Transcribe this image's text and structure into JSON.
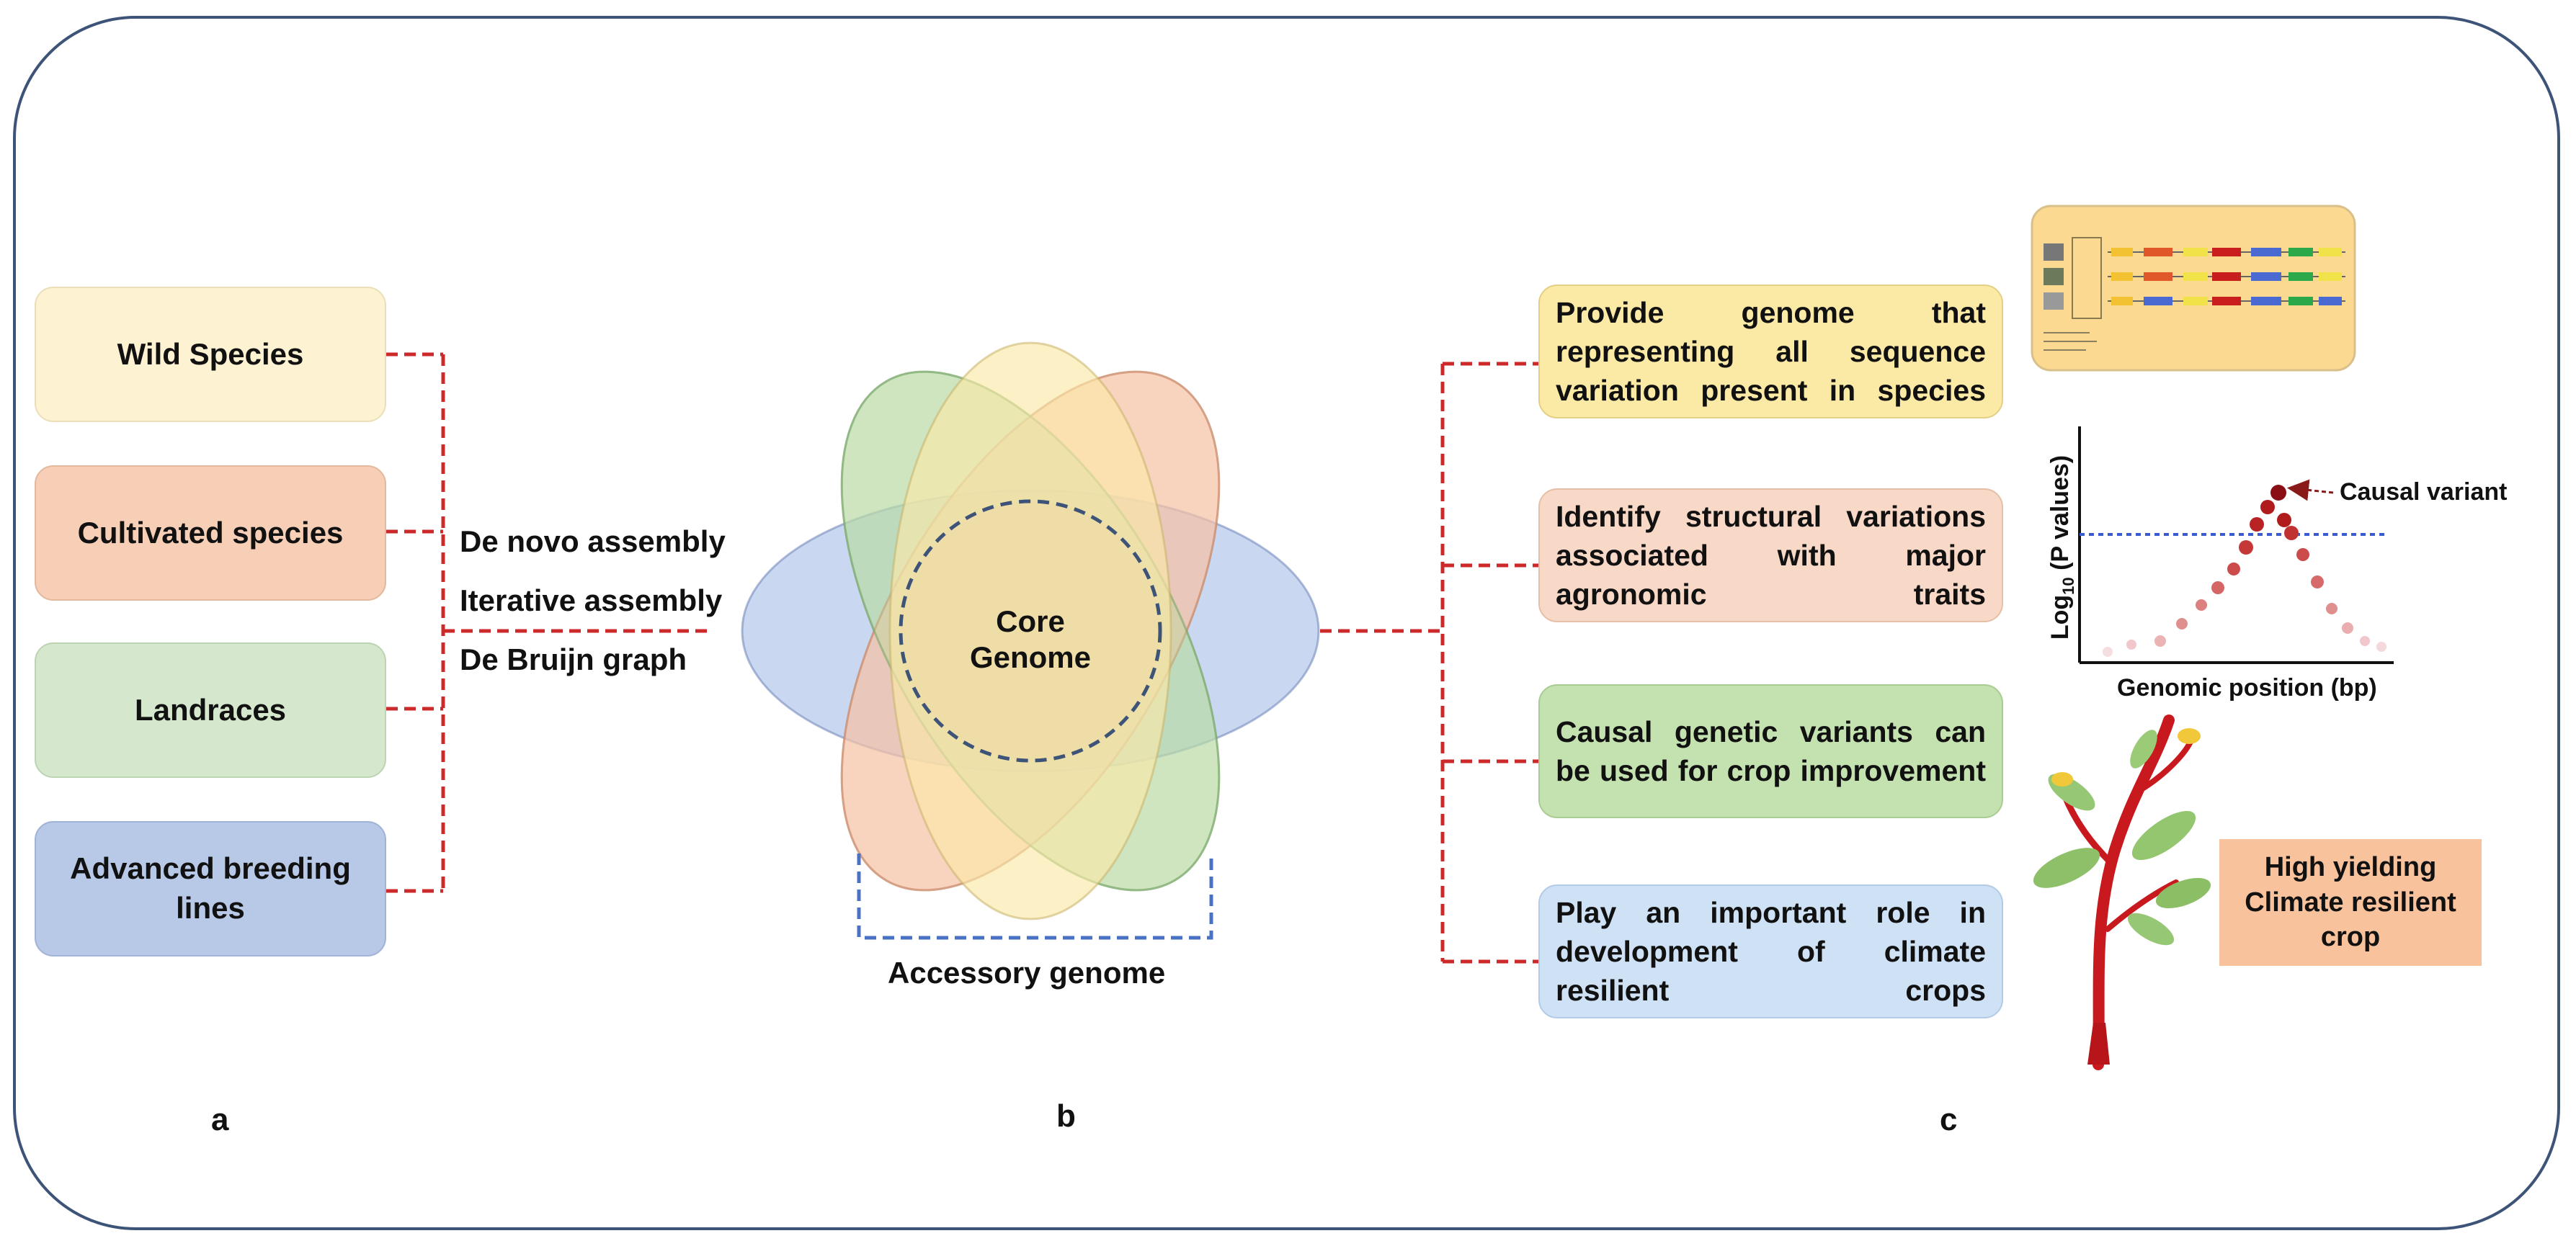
{
  "sources": {
    "wild": "Wild Species",
    "cultivated": "Cultivated species",
    "landraces": "Landraces",
    "breeding": "Advanced breeding lines"
  },
  "methods": [
    "De novo assembly",
    "Iterative assembly",
    "De Bruijn graph"
  ],
  "center": {
    "core_line1": "Core",
    "core_line2": "Genome",
    "accessory": "Accessory genome"
  },
  "outcomes": {
    "o1": "Provide genome that representing all sequence variation present in species",
    "o2": "Identify structural variations associated with major agronomic traits",
    "o3": "Causal genetic variants can be used for crop improvement",
    "o4": "Play an important role in development of climate resilient crops"
  },
  "gwas": {
    "ylabel_prefix": "Log",
    "ylabel_sub": "10",
    "ylabel_suffix": " (P values)",
    "xlabel": "Genomic position (bp)",
    "annotation": "Causal variant"
  },
  "crop": {
    "line1": "High yielding",
    "line2": "Climate resilient",
    "line3": "crop"
  },
  "panels": [
    "a",
    "b",
    "c"
  ],
  "colors": {
    "frame": "#3d5378",
    "connector": "#cc2a2a",
    "accessory_bracket": "#4a72c4",
    "wild": "#fdf2d2",
    "cultivated": "#f7cfb6",
    "landraces": "#d5e7cc",
    "breeding": "#b8c9e8",
    "outcome1": "#fbe9a6",
    "outcome2": "#f8d8c6",
    "outcome3": "#c4e1b0",
    "outcome4": "#cfe1f5"
  }
}
